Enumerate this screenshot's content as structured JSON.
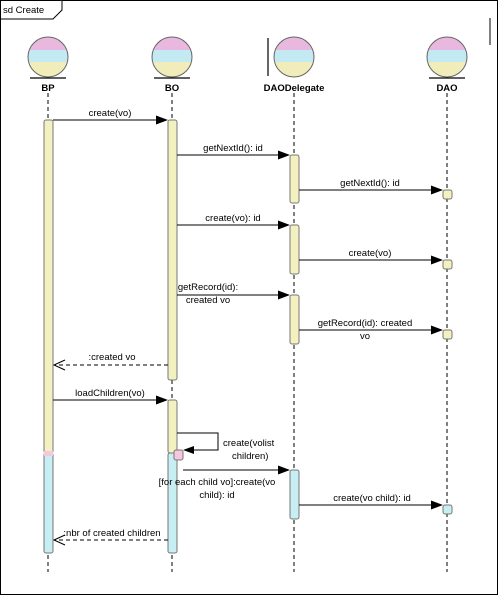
{
  "frame": {
    "label": "sd Create"
  },
  "lifelines": [
    {
      "id": "bp",
      "label": "BP",
      "kind": "entity"
    },
    {
      "id": "bo",
      "label": "BO",
      "kind": "entity"
    },
    {
      "id": "dd",
      "label": "DAODelegate",
      "kind": "boundary"
    },
    {
      "id": "dao",
      "label": "DAO",
      "kind": "entity"
    }
  ],
  "messages": [
    {
      "id": "m1",
      "text": "create(vo)",
      "kind": "sync"
    },
    {
      "id": "m2",
      "text": "getNextId(): id",
      "kind": "sync"
    },
    {
      "id": "m3",
      "text": "getNextId(): id",
      "kind": "sync"
    },
    {
      "id": "m4",
      "text": "create(vo): id",
      "kind": "sync"
    },
    {
      "id": "m5",
      "text": "create(vo)",
      "kind": "sync"
    },
    {
      "id": "m6",
      "lines": [
        "getRecord(id):",
        "created vo"
      ],
      "kind": "sync"
    },
    {
      "id": "m7",
      "lines": [
        "getRecord(id): created",
        "vo"
      ],
      "kind": "sync"
    },
    {
      "id": "m8",
      "text": ":created vo",
      "kind": "return"
    },
    {
      "id": "m9",
      "text": "loadChildren(vo)",
      "kind": "sync"
    },
    {
      "id": "m10",
      "lines": [
        "create(volist",
        "children)"
      ],
      "kind": "self"
    },
    {
      "id": "m11",
      "lines": [
        "[for each child vo]:create(vo",
        "child): id"
      ],
      "kind": "sync"
    },
    {
      "id": "m12",
      "text": "create(vo child): id",
      "kind": "sync"
    },
    {
      "id": "m13",
      "text": ":nbr of created children",
      "kind": "return"
    }
  ],
  "colors": {
    "line": "#000000",
    "activation_yellow": "#f4f1c0",
    "activation_cyan": "#c6eef3",
    "activation_pink": "#f6c7de",
    "entity_top": "#e8b8de",
    "entity_middle": "#c3e9f2",
    "entity_bottom": "#f0edbb"
  }
}
